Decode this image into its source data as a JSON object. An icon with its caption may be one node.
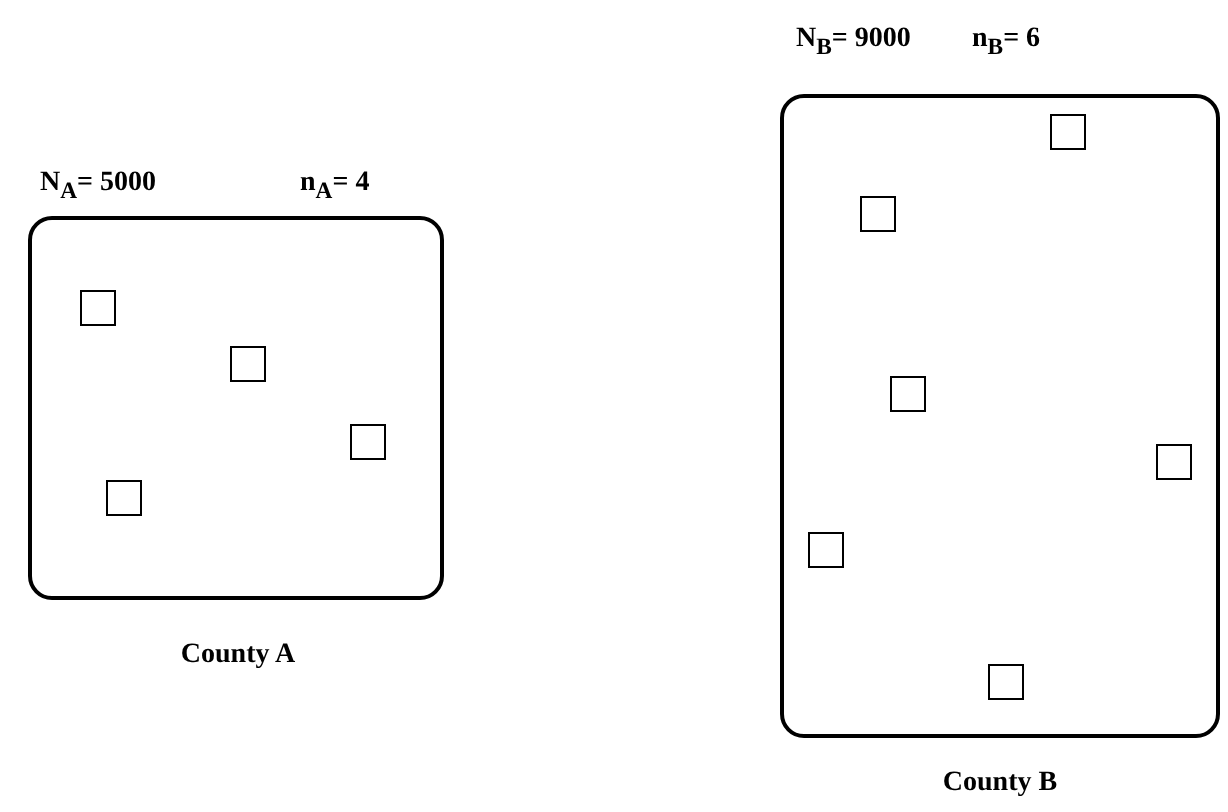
{
  "diagram": {
    "nodes": [
      {
        "text": [
          "N$_{A}$= 5000",
          "n$_{A}$= 4"
        ],
        "beside": [
          "County A"
        ]
      },
      {
        "text": [],
        "shape": "box",
        "in": 0
      },
      {
        "text": [],
        "shape": "box",
        "in": 0
      },
      {
        "text": [],
        "shape": "box",
        "in": 0
      },
      {
        "text": [],
        "shape": "box",
        "in": 0
      },
      {
        "text": [
          "N$_{B}$= 9000",
          "n$_{B}$= 6"
        ],
        "beside": [
          "County B"
        ]
      },
      {
        "text": [],
        "shape": "box",
        "in": 5
      },
      {
        "text": [],
        "shape": "box",
        "in": 5
      },
      {
        "text": [],
        "shape": "box",
        "in": 5
      },
      {
        "text": [],
        "shape": "box",
        "in": 5
      },
      {
        "text": [],
        "shape": "box",
        "in": 5
      },
      {
        "text": [],
        "shape": "box",
        "in": 5
      }
    ],
    "edges": []
  }
}
